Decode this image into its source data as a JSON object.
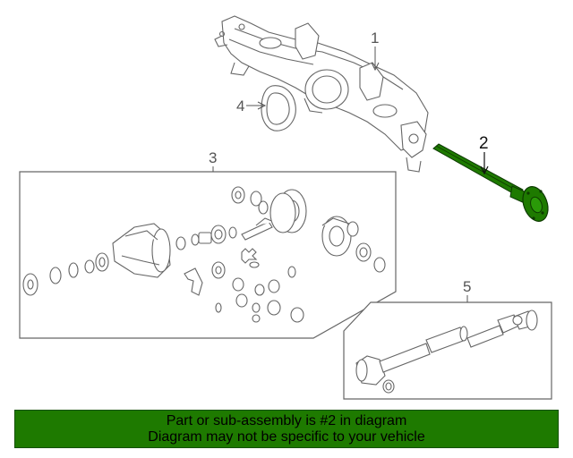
{
  "callouts": {
    "c1": "1",
    "c2": "2",
    "c3": "3",
    "c4": "4",
    "c5": "5"
  },
  "highlight_color": "#1e7a00",
  "banner": {
    "line1": "Part or sub-assembly is #2 in diagram",
    "line2": "Diagram may not be specific to your vehicle"
  }
}
